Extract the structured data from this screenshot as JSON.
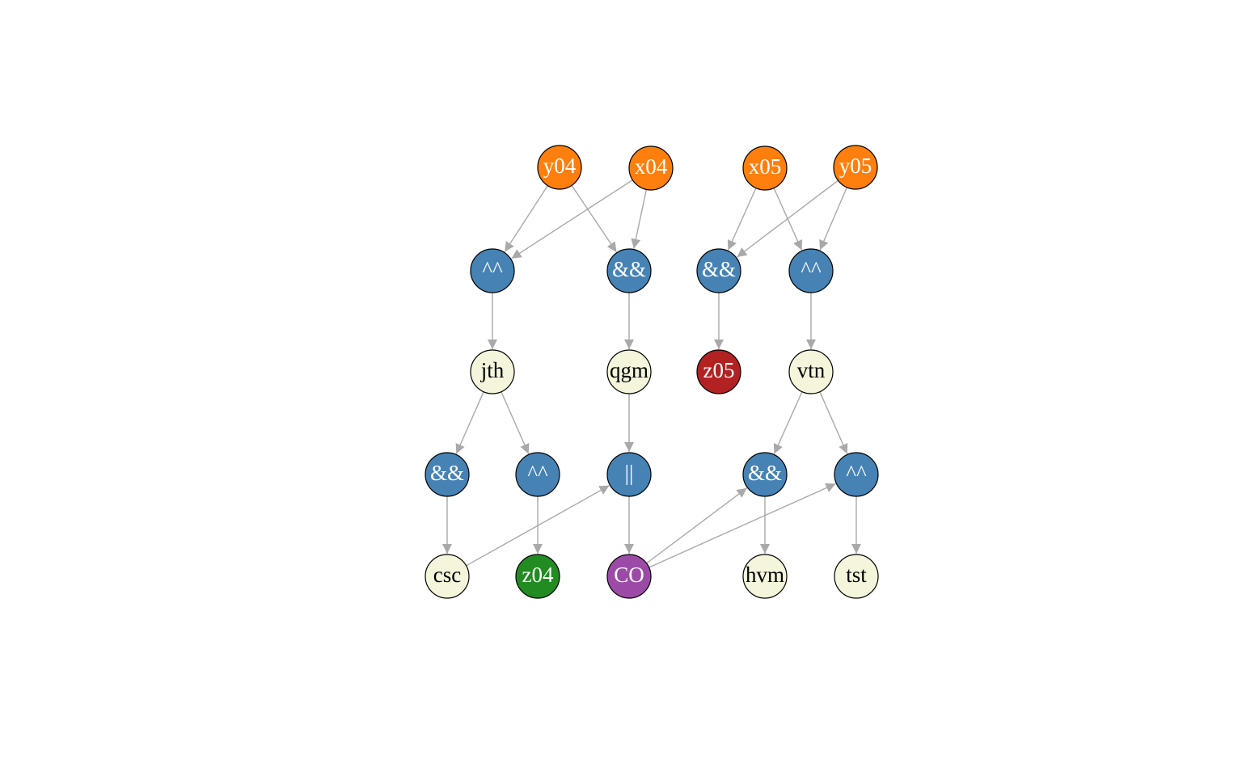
{
  "colors": {
    "input": "#ff7f0e",
    "gate": "#4682b4",
    "wire": "#f5f5dc",
    "carry_out": "#9b4ba6",
    "out_z04": "#228b22",
    "out_z05": "#b22222",
    "edge": "#a9a9a9",
    "label_light": "#ffffff",
    "label_dark": "#000000"
  },
  "nodes": [
    {
      "id": "y04",
      "label": "y04",
      "kind": "input"
    },
    {
      "id": "x04",
      "label": "x04",
      "kind": "input"
    },
    {
      "id": "x05",
      "label": "x05",
      "kind": "input"
    },
    {
      "id": "y05",
      "label": "y05",
      "kind": "input"
    },
    {
      "id": "g_xor04",
      "label": "^^",
      "kind": "gate"
    },
    {
      "id": "g_and04",
      "label": "&&",
      "kind": "gate"
    },
    {
      "id": "g_and05",
      "label": "&&",
      "kind": "gate"
    },
    {
      "id": "g_xor05",
      "label": "^^",
      "kind": "gate"
    },
    {
      "id": "jth",
      "label": "jth",
      "kind": "wire"
    },
    {
      "id": "qgm",
      "label": "qgm",
      "kind": "wire"
    },
    {
      "id": "z05",
      "label": "z05",
      "kind": "out_z05"
    },
    {
      "id": "vtn",
      "label": "vtn",
      "kind": "wire"
    },
    {
      "id": "g_and_csc",
      "label": "&&",
      "kind": "gate"
    },
    {
      "id": "g_xor_z04",
      "label": "^^",
      "kind": "gate"
    },
    {
      "id": "g_or_co",
      "label": "||",
      "kind": "gate"
    },
    {
      "id": "g_and_hvm",
      "label": "&&",
      "kind": "gate"
    },
    {
      "id": "g_xor_tst",
      "label": "^^",
      "kind": "gate"
    },
    {
      "id": "csc",
      "label": "csc",
      "kind": "wire"
    },
    {
      "id": "z04",
      "label": "z04",
      "kind": "out_z04"
    },
    {
      "id": "co",
      "label": "CO",
      "kind": "carry_out"
    },
    {
      "id": "hvm",
      "label": "hvm",
      "kind": "wire"
    },
    {
      "id": "tst",
      "label": "tst",
      "kind": "wire"
    }
  ],
  "edges": [
    [
      "y04",
      "g_xor04"
    ],
    [
      "y04",
      "g_and04"
    ],
    [
      "x04",
      "g_xor04"
    ],
    [
      "x04",
      "g_and04"
    ],
    [
      "x05",
      "g_and05"
    ],
    [
      "x05",
      "g_xor05"
    ],
    [
      "y05",
      "g_and05"
    ],
    [
      "y05",
      "g_xor05"
    ],
    [
      "g_xor04",
      "jth"
    ],
    [
      "g_and04",
      "qgm"
    ],
    [
      "g_and05",
      "z05"
    ],
    [
      "g_xor05",
      "vtn"
    ],
    [
      "jth",
      "g_and_csc"
    ],
    [
      "jth",
      "g_xor_z04"
    ],
    [
      "qgm",
      "g_or_co"
    ],
    [
      "vtn",
      "g_and_hvm"
    ],
    [
      "vtn",
      "g_xor_tst"
    ],
    [
      "g_and_csc",
      "csc"
    ],
    [
      "g_xor_z04",
      "z04"
    ],
    [
      "g_or_co",
      "co"
    ],
    [
      "g_and_hvm",
      "hvm"
    ],
    [
      "g_xor_tst",
      "tst"
    ],
    [
      "csc",
      "g_or_co"
    ],
    [
      "co",
      "g_and_hvm"
    ],
    [
      "co",
      "g_xor_tst"
    ]
  ]
}
